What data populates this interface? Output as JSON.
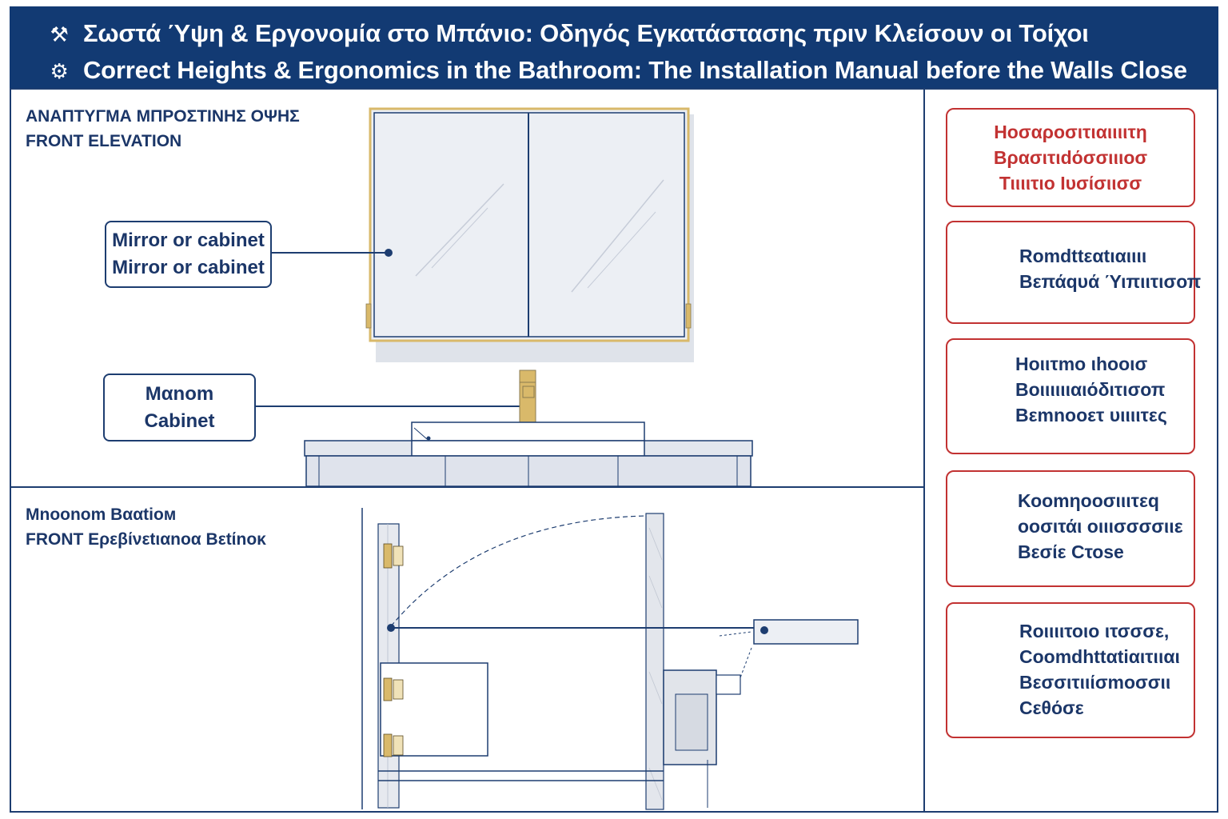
{
  "header": {
    "title_el": "Σωστά Ύψη & Εργονομία στο Μπάνιο: Οδηγός Εγκατάστασης πριν Κλείσουν οι Τοίχοι",
    "title_en": "Correct Heights & Ergonomics in the Bathroom: The Installation Manual before the Walls Close",
    "icon1": "tools-icon",
    "icon2": "gear-icon",
    "bg_color": "#123a73"
  },
  "front_elevation": {
    "title_el": "ΑΝΑΠΤΥΓΜΑ ΜΠΡΟΣΤΙΝΗΣ ΟΨΗΣ",
    "title_en": "FRONT ELEVATION",
    "callouts": [
      {
        "line1": "Mirror or cabinet",
        "line2": "Mirror or cabinet"
      },
      {
        "line1": "Mαnom",
        "line2": "Cabinet"
      }
    ]
  },
  "section": {
    "title_el": "Μnoonom Bααtioм",
    "title_en": "FRONT Ερεβίνεtιαnοα Bεtίnoκ"
  },
  "cards": [
    {
      "lines": [
        "Ηοσαροσιτιαιιιιτη",
        "Βρασιτιdόσσιιιοσ",
        "Τιιιιτιο Ιυσίσιισσ"
      ],
      "icon": "",
      "color": "#c23232"
    },
    {
      "lines": [
        "Rοmdttεαtιαιιιι",
        "Βεπάqυά Ύιπιιτισοπ"
      ],
      "icon": "hourglass-icon",
      "color": "#c23232"
    },
    {
      "lines": [
        "Ηοιιτmο ιhοοισ",
        "Βοιιιιιιαιόδιτισοπ",
        "Βεmnοοετ υιιιιτες"
      ],
      "icon": "hourglass-icon",
      "color": "#c23232"
    },
    {
      "lines": [
        "Κοοmηοοσιιιτεq",
        "οοσιτάι οιιισσσσιιε",
        "Βεσίε Cτοse"
      ],
      "icon": "cross-icon",
      "color": "#c23232"
    },
    {
      "lines": [
        "Rοιιιιτοιο ιτσσσε,",
        "Cοοmdhttαtiαιτιιαι",
        "Βεσσιτιιίσmοσσιι",
        "Cεθόσε"
      ],
      "icon": "warning-icon",
      "color": "#c23232"
    }
  ],
  "colors": {
    "navy": "#1d3d70",
    "warn_red": "#c23232",
    "brass": "#d9b96a",
    "glass": "#e9edf4"
  }
}
